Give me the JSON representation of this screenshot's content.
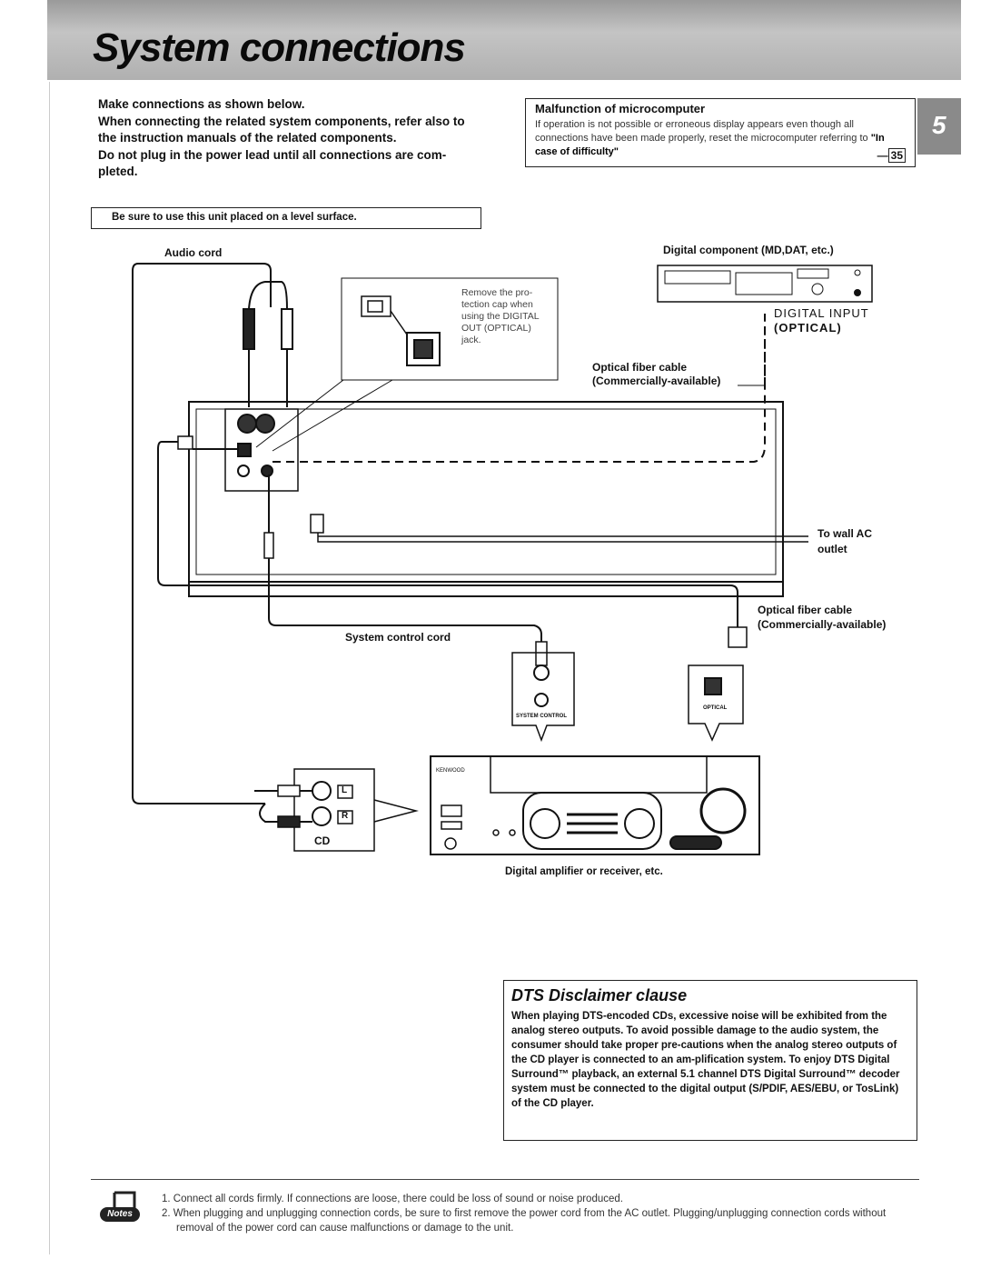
{
  "page": {
    "title": "System connections",
    "page_number": "5"
  },
  "intro": {
    "line1": "Make connections as shown below.",
    "line2": "When connecting the related system components, refer also to the instruction manuals of the related components.",
    "line3": "Do not plug in the power lead until all connections are com-pleted."
  },
  "malfunction": {
    "heading": "Malfunction of microcomputer",
    "body": "If operation is not possible or erroneous display appears even though all connections have been made properly, reset the microcomputer referring to",
    "link": "\"In case of difficulty\"",
    "ref": "35"
  },
  "level_note": "Be sure to use this unit placed on a level surface.",
  "diagram": {
    "audio_cord": "Audio cord",
    "digital_component": "Digital component (MD,DAT, etc.)",
    "digital_input_1": "DIGITAL INPUT",
    "digital_input_2": "(OPTICAL)",
    "optical_cable_1": "Optical fiber cable",
    "optical_cable_1b": "(Commercially-available)",
    "remove_cap": "Remove the pro-tection cap when using the DIGITAL OUT (OPTICAL) jack.",
    "wall_ac_1": "To wall AC",
    "wall_ac_2": "outlet",
    "optical_cable_2": "Optical fiber cable",
    "optical_cable_2b": "(Commercially-available)",
    "system_control_cord": "System control cord",
    "system_control_jack": "SYSTEM CONTROL",
    "optical_jack": "OPTICAL",
    "cd_label": "CD",
    "channel_l": "L",
    "channel_r": "R",
    "amp_brand": "KENWOOD",
    "amp_label": "Digital amplifier or receiver, etc."
  },
  "dts": {
    "heading": "DTS Disclaimer clause",
    "body": "When playing DTS-encoded CDs, excessive noise will be exhibited from the analog stereo outputs. To avoid possible damage to the audio system, the consumer should take proper pre-cautions when the analog stereo outputs of the CD player is connected to an am-plification system. To enjoy DTS Digital Surround™ playback, an external 5.1 channel DTS Digital Surround™ decoder system must be connected to the digital output (S/PDIF, AES/EBU, or TosLink) of the CD player."
  },
  "notes": {
    "icon_label": "Notes",
    "items": [
      "1. Connect all cords firmly. If connections are loose, there could be loss of sound or noise produced.",
      "2. When plugging and unplugging connection cords, be sure to first remove the power cord from the AC outlet. Plugging/unplugging connection cords without removal of the power cord can cause malfunctions or damage to the unit."
    ]
  }
}
